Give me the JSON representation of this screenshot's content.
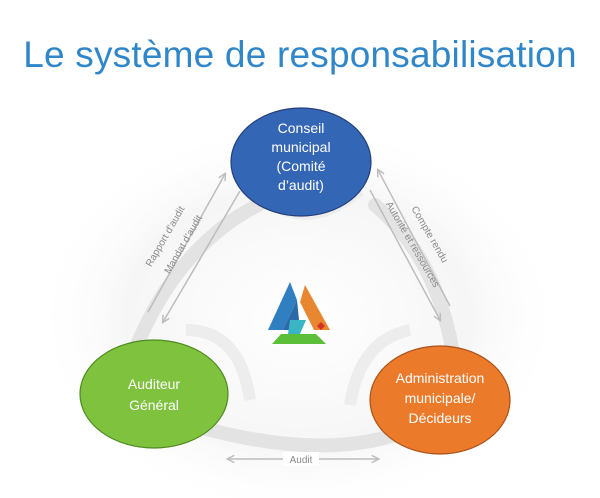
{
  "title": "Le système de responsabilisation",
  "nodes": {
    "council": {
      "lines": [
        "Conseil",
        "municipal",
        "(Comité",
        "d’audit)"
      ],
      "color": "#3466b6"
    },
    "auditor": {
      "lines": [
        "Auditeur",
        "Général"
      ],
      "color": "#7ec23d"
    },
    "admin": {
      "lines": [
        "Administration",
        "municipale/",
        "Décideurs"
      ],
      "color": "#ec7a2b"
    }
  },
  "edges": {
    "left_outer": "Rapport d’audit",
    "left_inner": "Mandat d’audit",
    "right_outer": "Compte rendu",
    "right_inner": "Autorité et ressources",
    "bottom": "Audit"
  },
  "logo": {
    "name": "triangle-logo-icon",
    "colors": [
      "#2f7fc1",
      "#5bbf3a",
      "#e8872f",
      "#3ab5c6",
      "#d4312a"
    ]
  },
  "colors": {
    "title": "#2f86c9",
    "ring": "#e3e3e3",
    "arrow": "#bdbdbd"
  }
}
